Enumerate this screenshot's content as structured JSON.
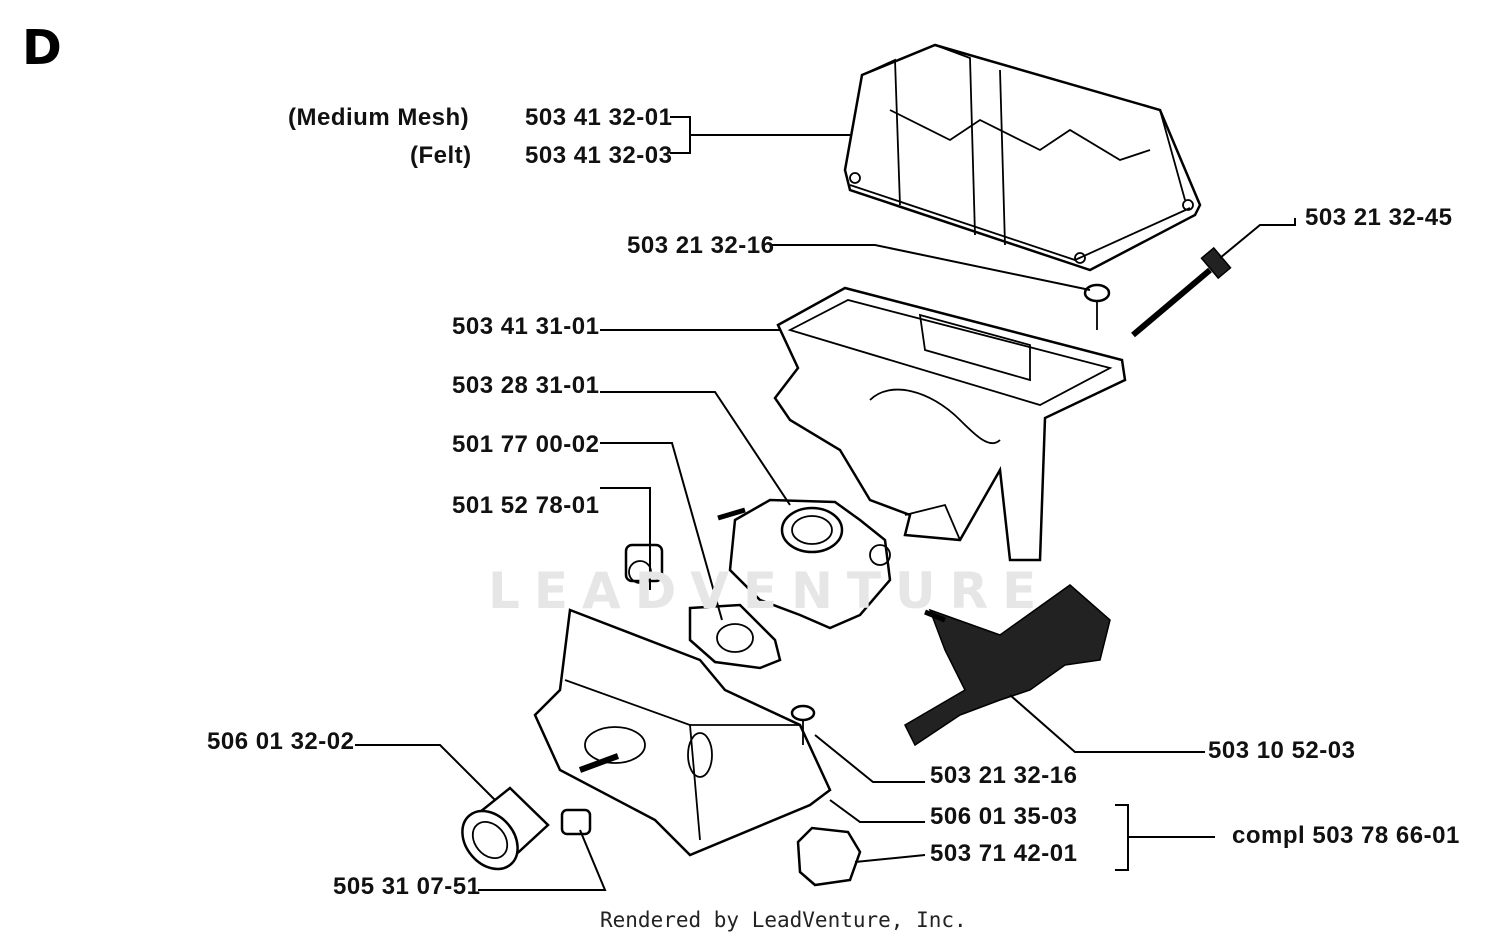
{
  "section": "D",
  "footer": "Rendered by LeadVenture, Inc.",
  "watermark": "LEADVENTURE",
  "callouts": {
    "filter_medium_note": "(Medium Mesh)",
    "filter_felt_note": "(Felt)",
    "filter_medium": "503 41 32-01",
    "filter_felt": "503 41 32-03",
    "screw_upper": "503 21 32-16",
    "bolt": "503 21 32-45",
    "filter_holder": "503 41 31-01",
    "carburetor": "503 28 31-01",
    "gasket": "501 77 00-02",
    "nut": "501 52 78-01",
    "throttle_trigger": "503 10 52-03",
    "screw_lower": "503 21 32-16",
    "carb_housing": "506 01 35-03",
    "rubber_cap": "503 71 42-01",
    "complete_assembly": "compl 503 78 66-01",
    "bushing": "506 01 32-02",
    "sleeve": "505 31 07-51"
  }
}
